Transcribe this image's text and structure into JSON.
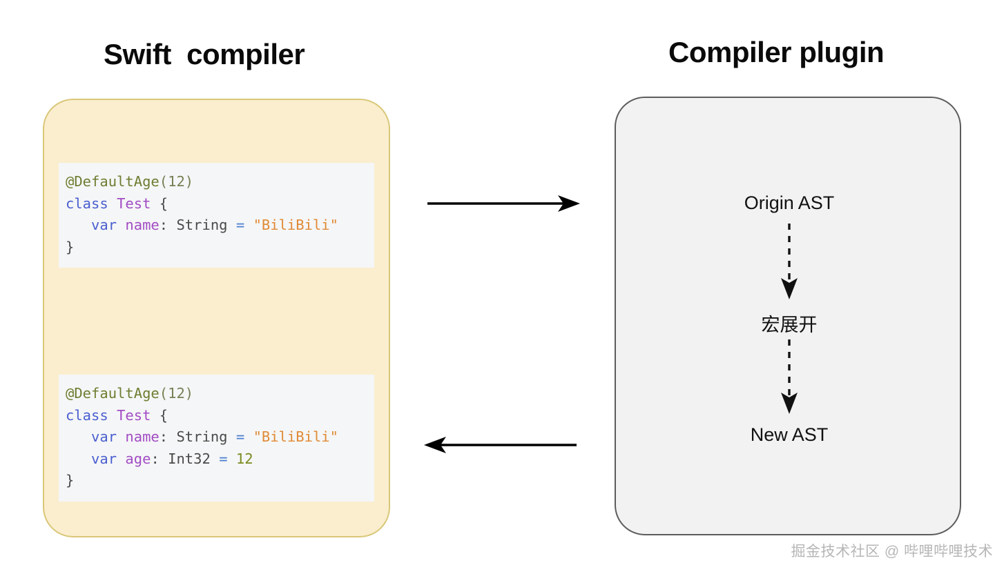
{
  "diagram": {
    "left_panel": {
      "title": "Swift  compiler",
      "fill_color": "#faeece",
      "border_color": "#d9c778",
      "code_origin": {
        "name": "origin-source-code",
        "lines": [
          [
            {
              "text": "@DefaultAge",
              "cls": "t-attr"
            },
            {
              "text": "(",
              "cls": "t-paren"
            },
            {
              "text": "12",
              "cls": "t-paren"
            },
            {
              "text": ")",
              "cls": "t-paren"
            }
          ],
          [
            {
              "text": "class ",
              "cls": "t-kw"
            },
            {
              "text": "Test",
              "cls": "t-type"
            },
            {
              "text": " {",
              "cls": "t-plain"
            }
          ],
          [
            {
              "text": "   ",
              "cls": "t-plain"
            },
            {
              "text": "var ",
              "cls": "t-kw"
            },
            {
              "text": "name",
              "cls": "t-prop"
            },
            {
              "text": ": String ",
              "cls": "t-plain"
            },
            {
              "text": "= ",
              "cls": "t-op"
            },
            {
              "text": "\"BiliBili\"",
              "cls": "t-str"
            }
          ],
          [
            {
              "text": "}",
              "cls": "t-plain"
            }
          ]
        ]
      },
      "code_expanded": {
        "name": "expanded-source-code",
        "lines": [
          [
            {
              "text": "@DefaultAge",
              "cls": "t-attr"
            },
            {
              "text": "(",
              "cls": "t-paren"
            },
            {
              "text": "12",
              "cls": "t-paren"
            },
            {
              "text": ")",
              "cls": "t-paren"
            }
          ],
          [
            {
              "text": "class ",
              "cls": "t-kw"
            },
            {
              "text": "Test",
              "cls": "t-type"
            },
            {
              "text": " {",
              "cls": "t-plain"
            }
          ],
          [
            {
              "text": "   ",
              "cls": "t-plain"
            },
            {
              "text": "var ",
              "cls": "t-kw"
            },
            {
              "text": "name",
              "cls": "t-prop"
            },
            {
              "text": ": String ",
              "cls": "t-plain"
            },
            {
              "text": "= ",
              "cls": "t-op"
            },
            {
              "text": "\"BiliBili\"",
              "cls": "t-str"
            }
          ],
          [
            {
              "text": "   ",
              "cls": "t-plain"
            },
            {
              "text": "var ",
              "cls": "t-kw"
            },
            {
              "text": "age",
              "cls": "t-prop"
            },
            {
              "text": ": Int32 ",
              "cls": "t-plain"
            },
            {
              "text": "= ",
              "cls": "t-op"
            },
            {
              "text": "12",
              "cls": "t-num"
            }
          ],
          [
            {
              "text": "}",
              "cls": "t-plain"
            }
          ]
        ]
      }
    },
    "right_panel": {
      "title": "Compiler plugin",
      "fill_color": "#f2f2f2",
      "border_color": "#5c5c5c",
      "flow": [
        {
          "id": "origin-ast",
          "label": "Origin AST"
        },
        {
          "id": "macro-expand",
          "label": "宏展开"
        },
        {
          "id": "new-ast",
          "label": "New AST"
        }
      ],
      "connectors": [
        {
          "id": "origin-to-macro",
          "style": "dashed",
          "direction": "down"
        },
        {
          "id": "macro-to-new",
          "style": "dashed",
          "direction": "down"
        }
      ]
    },
    "arrows": [
      {
        "id": "swift-to-plugin",
        "direction": "right",
        "style": "solid",
        "color": "#000000"
      },
      {
        "id": "plugin-to-swift",
        "direction": "left",
        "style": "solid",
        "color": "#000000"
      }
    ],
    "watermark": "掘金技术社区 @ 哔哩哔哩技术"
  }
}
